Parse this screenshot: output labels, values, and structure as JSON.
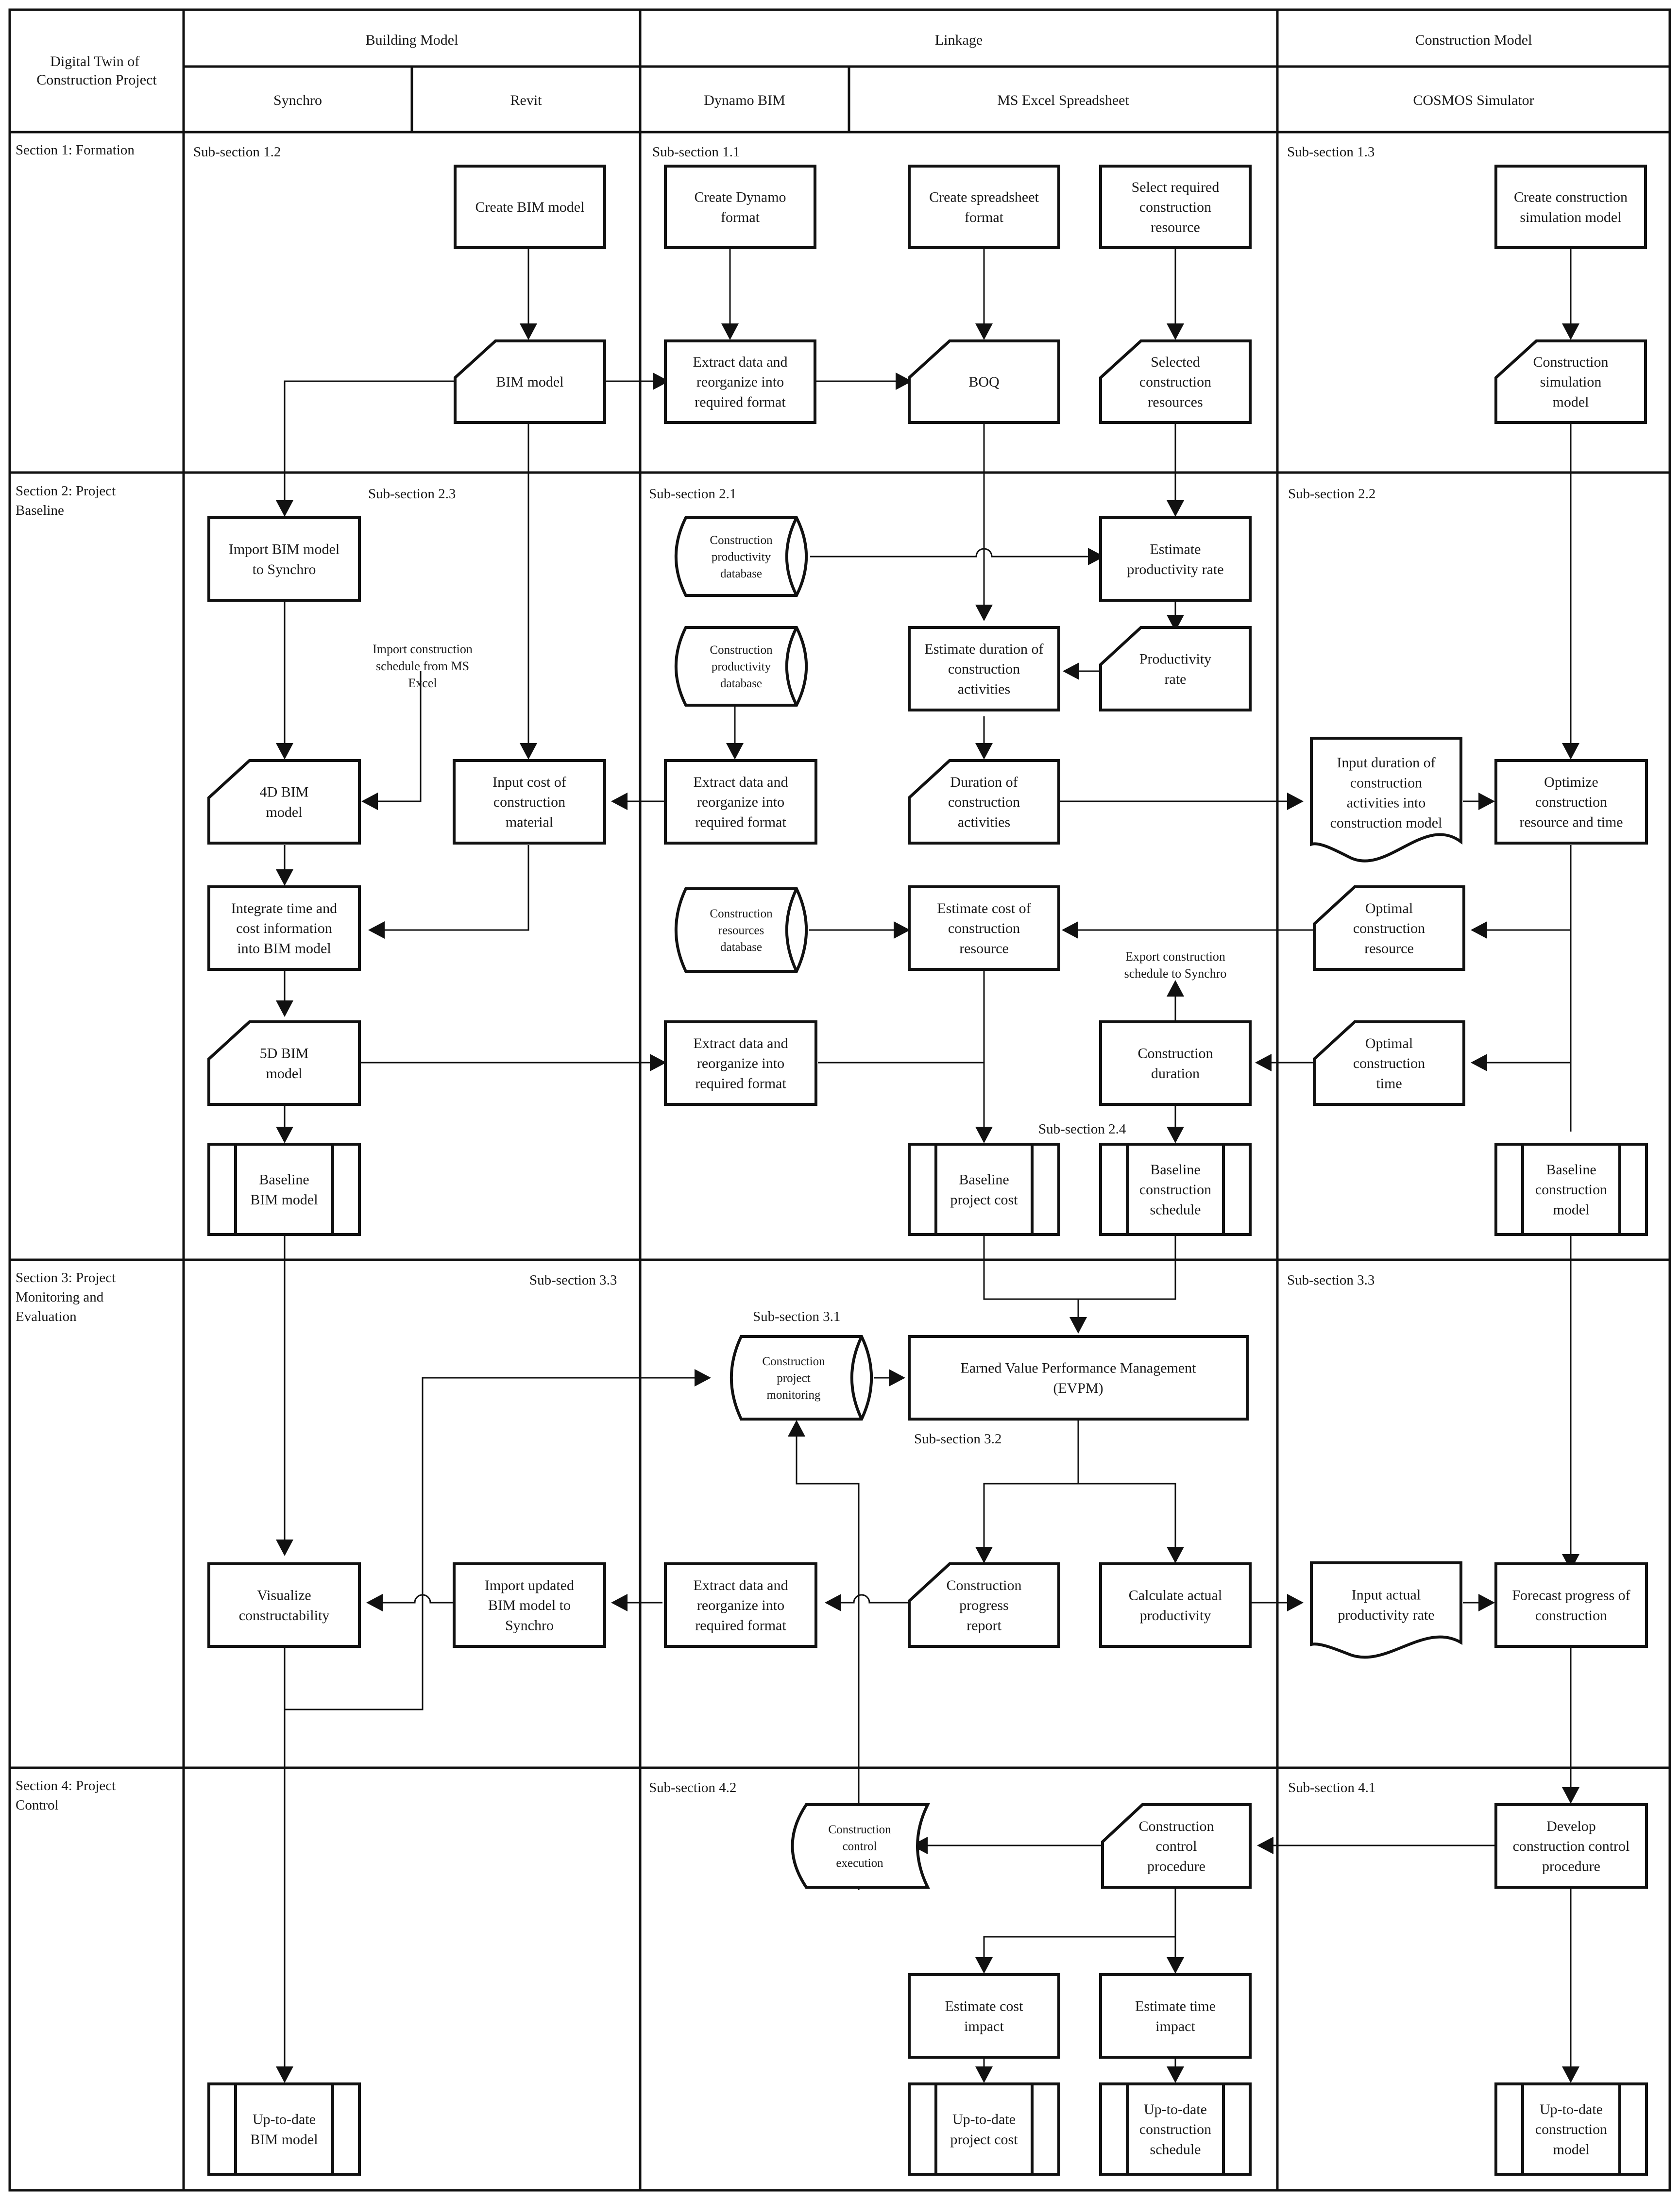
{
  "header": {
    "corner": [
      "Digital Twin of",
      "Construction Project"
    ],
    "groups": {
      "building_model": "Building Model",
      "linkage": "Linkage",
      "construction_model": "Construction Model"
    },
    "tools": {
      "synchro": "Synchro",
      "revit": "Revit",
      "dynamo": "Dynamo BIM",
      "excel": "MS Excel Spreadsheet",
      "cosmos": "COSMOS Simulator"
    }
  },
  "sections": {
    "s1": [
      "Section 1: Formation"
    ],
    "s2": [
      "Section 2: Project",
      "Baseline"
    ],
    "s3": [
      "Section 3: Project",
      "Monitoring and",
      "Evaluation"
    ],
    "s4": [
      "Section 4: Project",
      "Control"
    ]
  },
  "subsections": {
    "s1_2": "Sub-section 1.2",
    "s1_1": "Sub-section 1.1",
    "s1_3": "Sub-section 1.3",
    "s2_3": "Sub-section 2.3",
    "s2_1": "Sub-section 2.1",
    "s2_2": "Sub-section 2.2",
    "s2_4": "Sub-section 2.4",
    "s3_3a": "Sub-section 3.3",
    "s3_3b": "Sub-section 3.3",
    "s3_1": "Sub-section 3.1",
    "s3_2": "Sub-section 3.2",
    "s4_2": "Sub-section 4.2",
    "s4_1": "Sub-section 4.1"
  },
  "nodes": {
    "create_bim": [
      "Create BIM model"
    ],
    "create_dynamo": [
      "Create Dynamo",
      "format"
    ],
    "create_spreadsheet": [
      "Create spreadsheet",
      "format"
    ],
    "select_resource": [
      "Select required",
      "construction",
      "resource"
    ],
    "create_sim": [
      "Create construction",
      "simulation model"
    ],
    "bim_model": [
      "BIM model"
    ],
    "extract_1": [
      "Extract data and",
      "reorganize into",
      "required format"
    ],
    "boq": [
      "BOQ"
    ],
    "selected_resources": [
      "Selected",
      "construction",
      "resources"
    ],
    "sim_model": [
      "Construction",
      "simulation",
      "model"
    ],
    "import_bim": [
      "Import BIM model",
      "to Synchro"
    ],
    "db_productivity_1": [
      "Construction",
      "productivity",
      "database"
    ],
    "est_prod_rate": [
      "Estimate",
      "productivity rate"
    ],
    "import_schedule_note": [
      "Import construction",
      "schedule from MS",
      "Excel"
    ],
    "db_productivity_2": [
      "Construction",
      "productivity",
      "database"
    ],
    "est_duration": [
      "Estimate duration of",
      "construction",
      "activities"
    ],
    "prod_rate": [
      "Productivity",
      "rate"
    ],
    "bim_4d": [
      "4D BIM",
      "model"
    ],
    "input_cost": [
      "Input cost of",
      "construction",
      "material"
    ],
    "extract_2": [
      "Extract data and",
      "reorganize into",
      "required format"
    ],
    "duration_activities": [
      "Duration of",
      "construction",
      "activities"
    ],
    "input_duration": [
      "Input duration of",
      "construction",
      "activities into",
      "construction model"
    ],
    "optimize": [
      "Optimize",
      "construction",
      "resource and time"
    ],
    "integrate": [
      "Integrate time and",
      "cost information",
      "into BIM model"
    ],
    "db_resources": [
      "Construction",
      "resources",
      "database"
    ],
    "est_cost_resource": [
      "Estimate cost of",
      "construction",
      "resource"
    ],
    "optimal_resource": [
      "Optimal",
      "construction",
      "resource"
    ],
    "export_note": [
      "Export construction",
      "schedule to Synchro"
    ],
    "bim_5d": [
      "5D BIM",
      "model"
    ],
    "extract_3": [
      "Extract data and",
      "reorganize into",
      "required format"
    ],
    "construction_duration": [
      "Construction",
      "duration"
    ],
    "optimal_time": [
      "Optimal",
      "construction",
      "time"
    ],
    "baseline_bim": [
      "Baseline",
      "BIM model"
    ],
    "baseline_cost": [
      "Baseline",
      "project cost"
    ],
    "baseline_schedule": [
      "Baseline",
      "construction",
      "schedule"
    ],
    "baseline_model": [
      "Baseline",
      "construction",
      "model"
    ],
    "project_monitoring": [
      "Construction",
      "project",
      "monitoring"
    ],
    "evpm": [
      "Earned Value Performance Management",
      "(EVPM)"
    ],
    "visualize": [
      "Visualize",
      "constructability"
    ],
    "import_updated": [
      "Import updated",
      "BIM model to",
      "Synchro"
    ],
    "extract_4": [
      "Extract data and",
      "reorganize into",
      "required format"
    ],
    "progress_report": [
      "Construction",
      "progress",
      "report"
    ],
    "calc_productivity": [
      "Calculate actual",
      "productivity"
    ],
    "input_actual": [
      "Input actual",
      "productivity rate"
    ],
    "forecast": [
      "Forecast progress of",
      "construction"
    ],
    "control_execution": [
      "Construction",
      "control",
      "execution"
    ],
    "control_procedure": [
      "Construction",
      "control",
      "procedure"
    ],
    "develop_control": [
      "Develop",
      "construction control",
      "procedure"
    ],
    "est_cost_impact": [
      "Estimate cost",
      "impact"
    ],
    "est_time_impact": [
      "Estimate time",
      "impact"
    ],
    "uptodate_bim": [
      "Up-to-date",
      "BIM model"
    ],
    "uptodate_cost": [
      "Up-to-date",
      "project cost"
    ],
    "uptodate_schedule": [
      "Up-to-date",
      "construction",
      "schedule"
    ],
    "uptodate_model": [
      "Up-to-date",
      "construction",
      "model"
    ]
  }
}
